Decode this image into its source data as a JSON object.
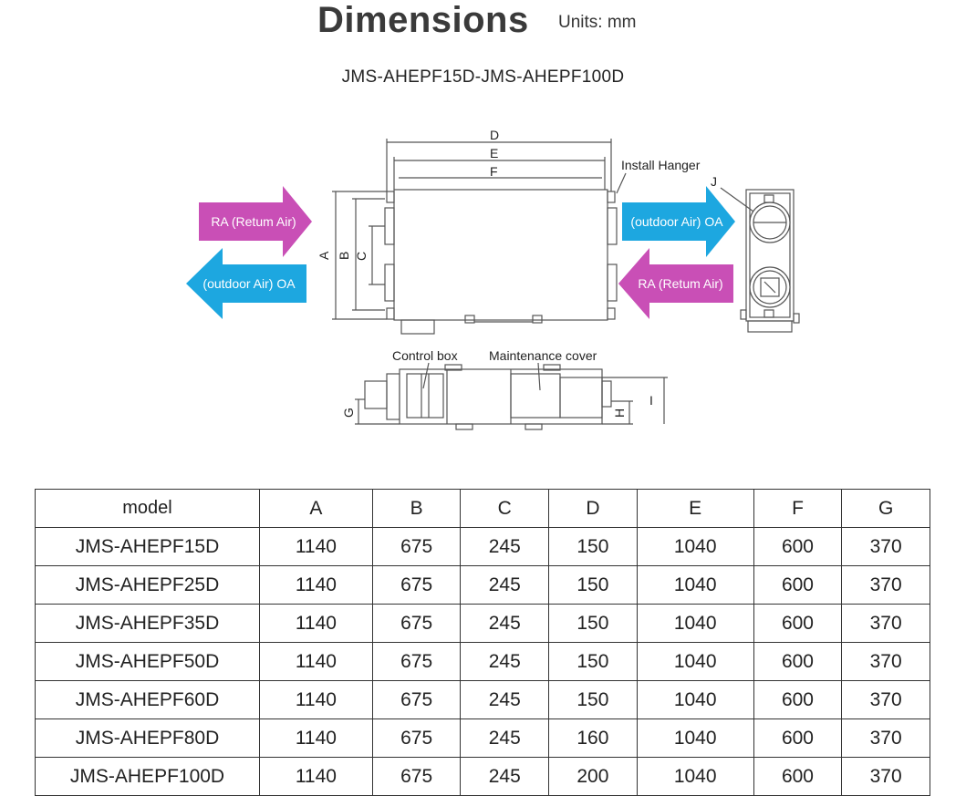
{
  "header": {
    "title": "Dimensions",
    "units": "Units: mm",
    "series": "JMS-AHEPF15D-JMS-AHEPF100D"
  },
  "diagram": {
    "dim_letters": [
      "A",
      "B",
      "C",
      "D",
      "E",
      "F",
      "G",
      "H",
      "I",
      "J"
    ],
    "callouts": {
      "install_hanger": "Install Hanger",
      "control_box": "Control box",
      "maintenance_cover": "Maintenance cover"
    },
    "arrows": {
      "ra_in_left": "RA (Retum Air)",
      "oa_out_left": "(outdoor Air) OA",
      "oa_in_right": "(outdoor Air) OA",
      "ra_out_right": "RA (Retum Air)"
    },
    "colors": {
      "ra_arrow": "#c94fb6",
      "oa_arrow": "#1da7e0",
      "line": "#555555"
    }
  },
  "table": {
    "headers": [
      "model",
      "A",
      "B",
      "C",
      "D",
      "E",
      "F",
      "G"
    ],
    "rows": [
      [
        "JMS-AHEPF15D",
        "1140",
        "675",
        "245",
        "150",
        "1040",
        "600",
        "370"
      ],
      [
        "JMS-AHEPF25D",
        "1140",
        "675",
        "245",
        "150",
        "1040",
        "600",
        "370"
      ],
      [
        "JMS-AHEPF35D",
        "1140",
        "675",
        "245",
        "150",
        "1040",
        "600",
        "370"
      ],
      [
        "JMS-AHEPF50D",
        "1140",
        "675",
        "245",
        "150",
        "1040",
        "600",
        "370"
      ],
      [
        "JMS-AHEPF60D",
        "1140",
        "675",
        "245",
        "150",
        "1040",
        "600",
        "370"
      ],
      [
        "JMS-AHEPF80D",
        "1140",
        "675",
        "245",
        "160",
        "1040",
        "600",
        "370"
      ],
      [
        "JMS-AHEPF100D",
        "1140",
        "675",
        "245",
        "200",
        "1040",
        "600",
        "370"
      ]
    ]
  }
}
